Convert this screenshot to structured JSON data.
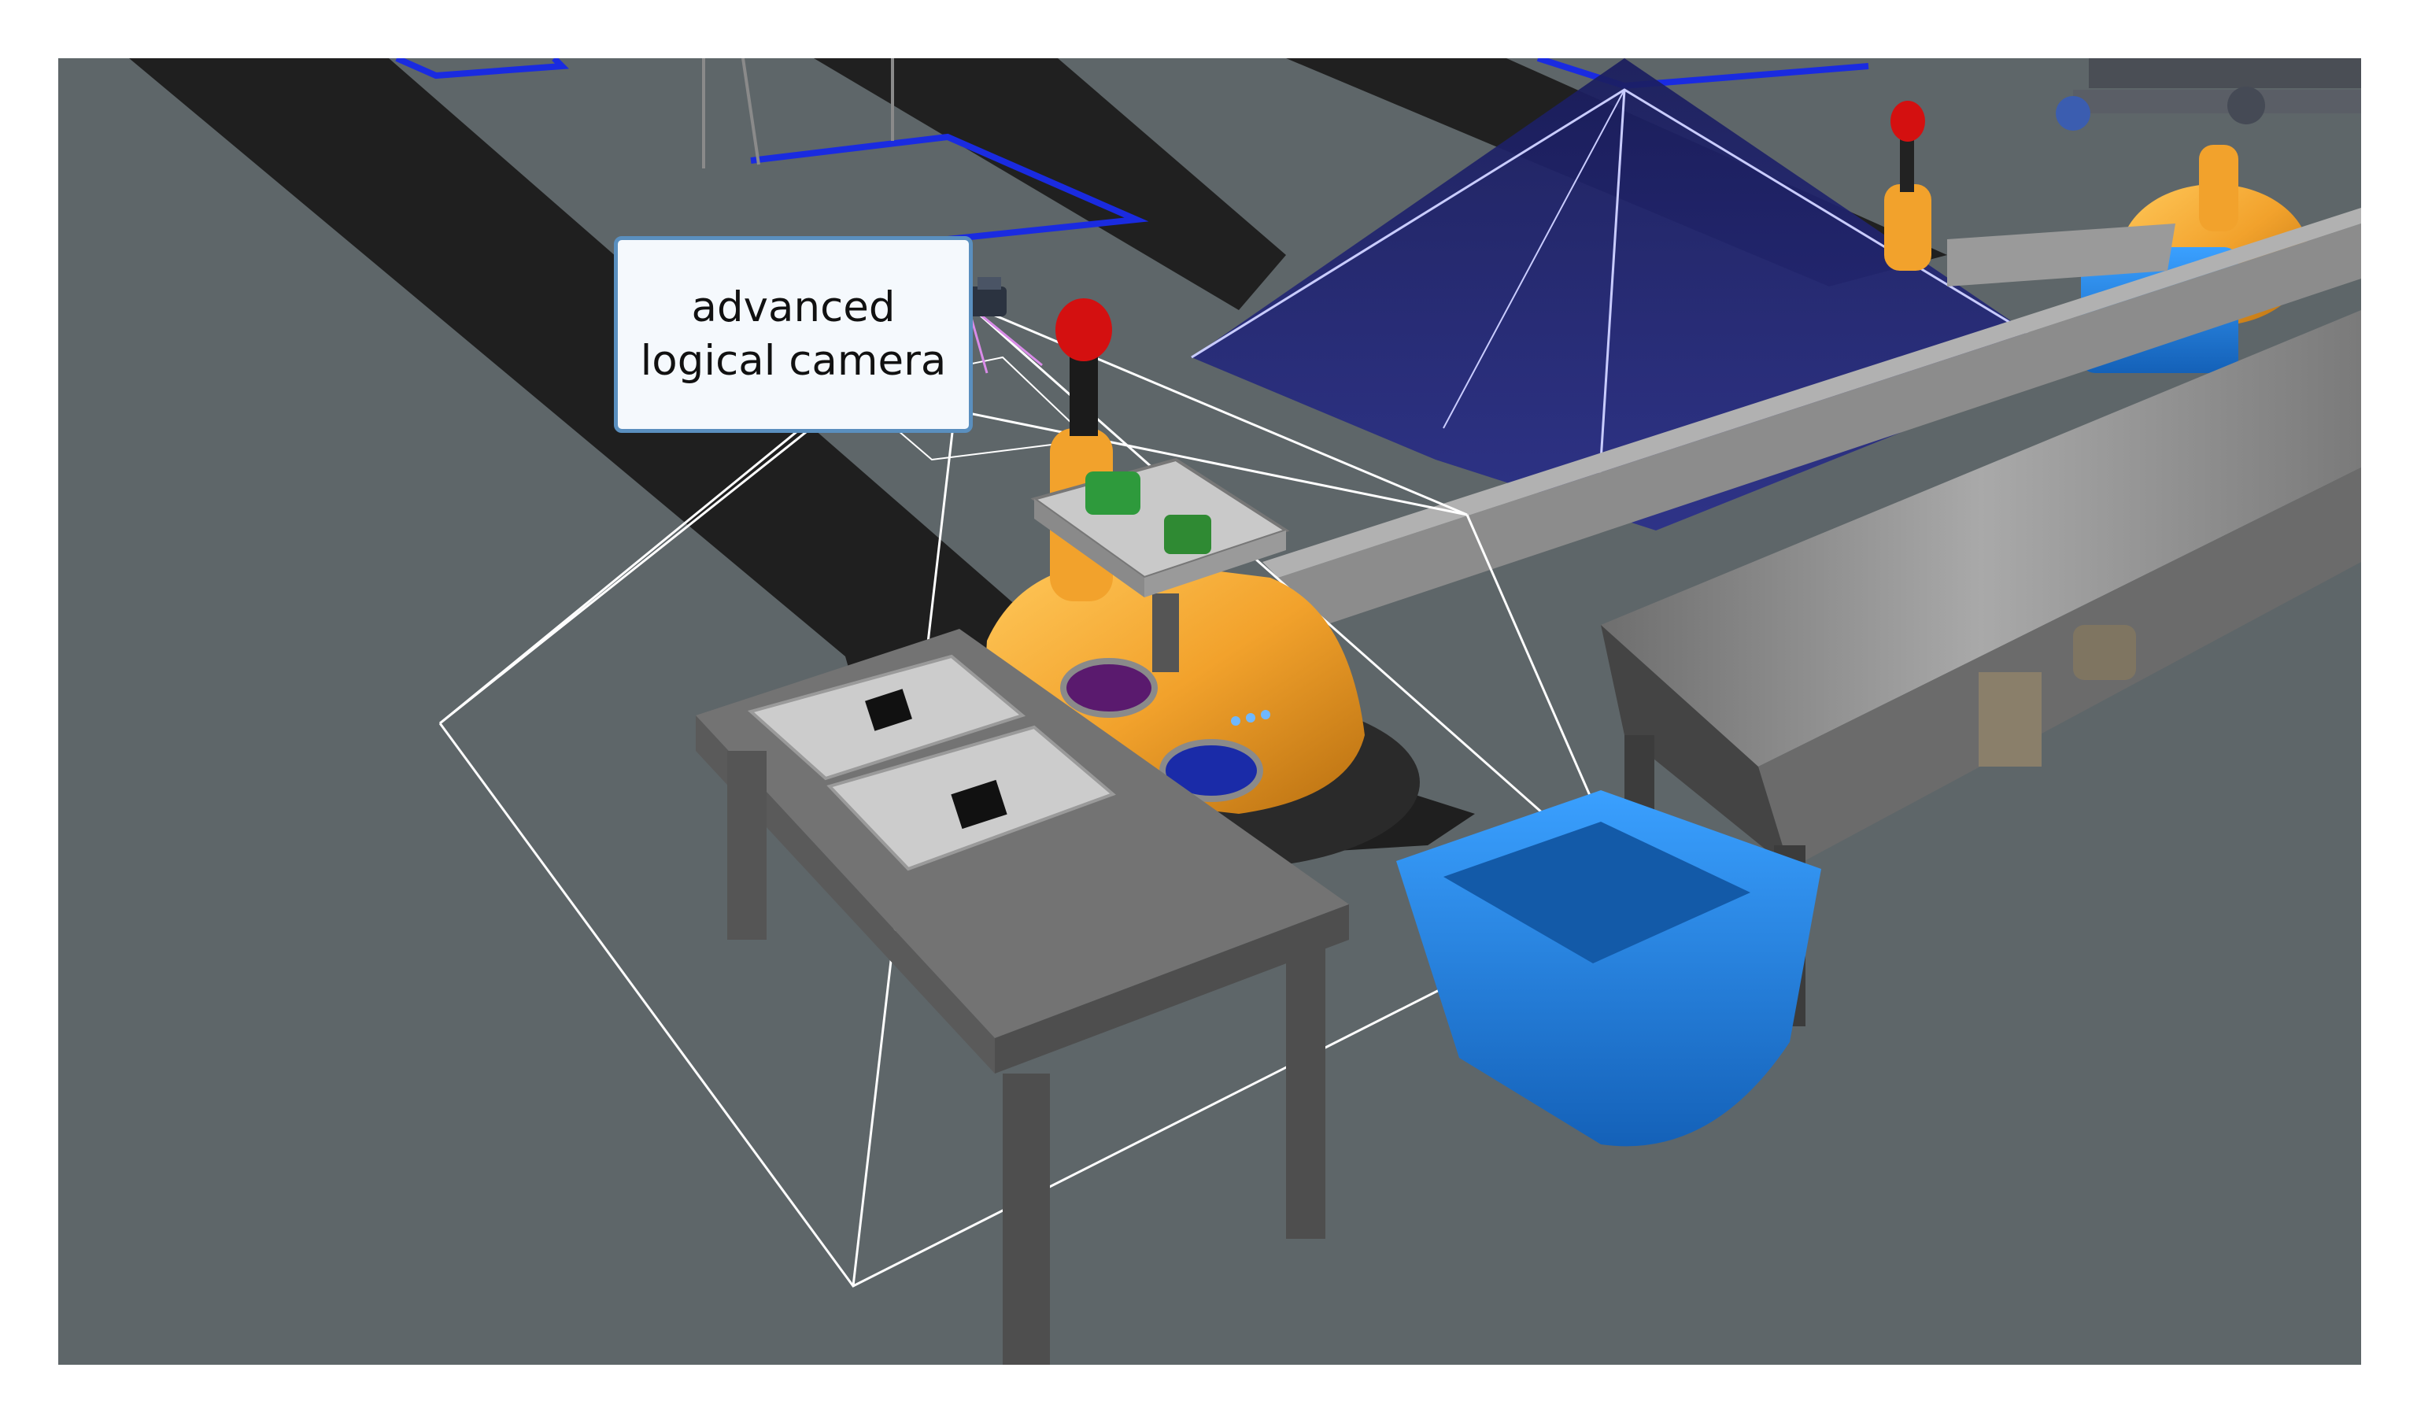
{
  "callout": {
    "line1": "advanced",
    "line2": "logical camera"
  },
  "colors": {
    "floor": "#5b6265",
    "walkway": "#1e1e1e",
    "lane_border": "#1a2be0",
    "breakbeam_cone": "#1b1f6b",
    "robot_body": "#f2a22c",
    "bin_blue": "#1f7fe0",
    "table_gray": "#7a7a7a",
    "conveyor_frame": "#8f8f8f",
    "camera_frustum": "#ffffff",
    "camera_rays": "#d98be8",
    "beacon_red": "#d41010"
  },
  "icons": {
    "camera": "logical-camera-sensor",
    "beacon": "red-beacon-light",
    "aruco": "aruco-marker"
  }
}
